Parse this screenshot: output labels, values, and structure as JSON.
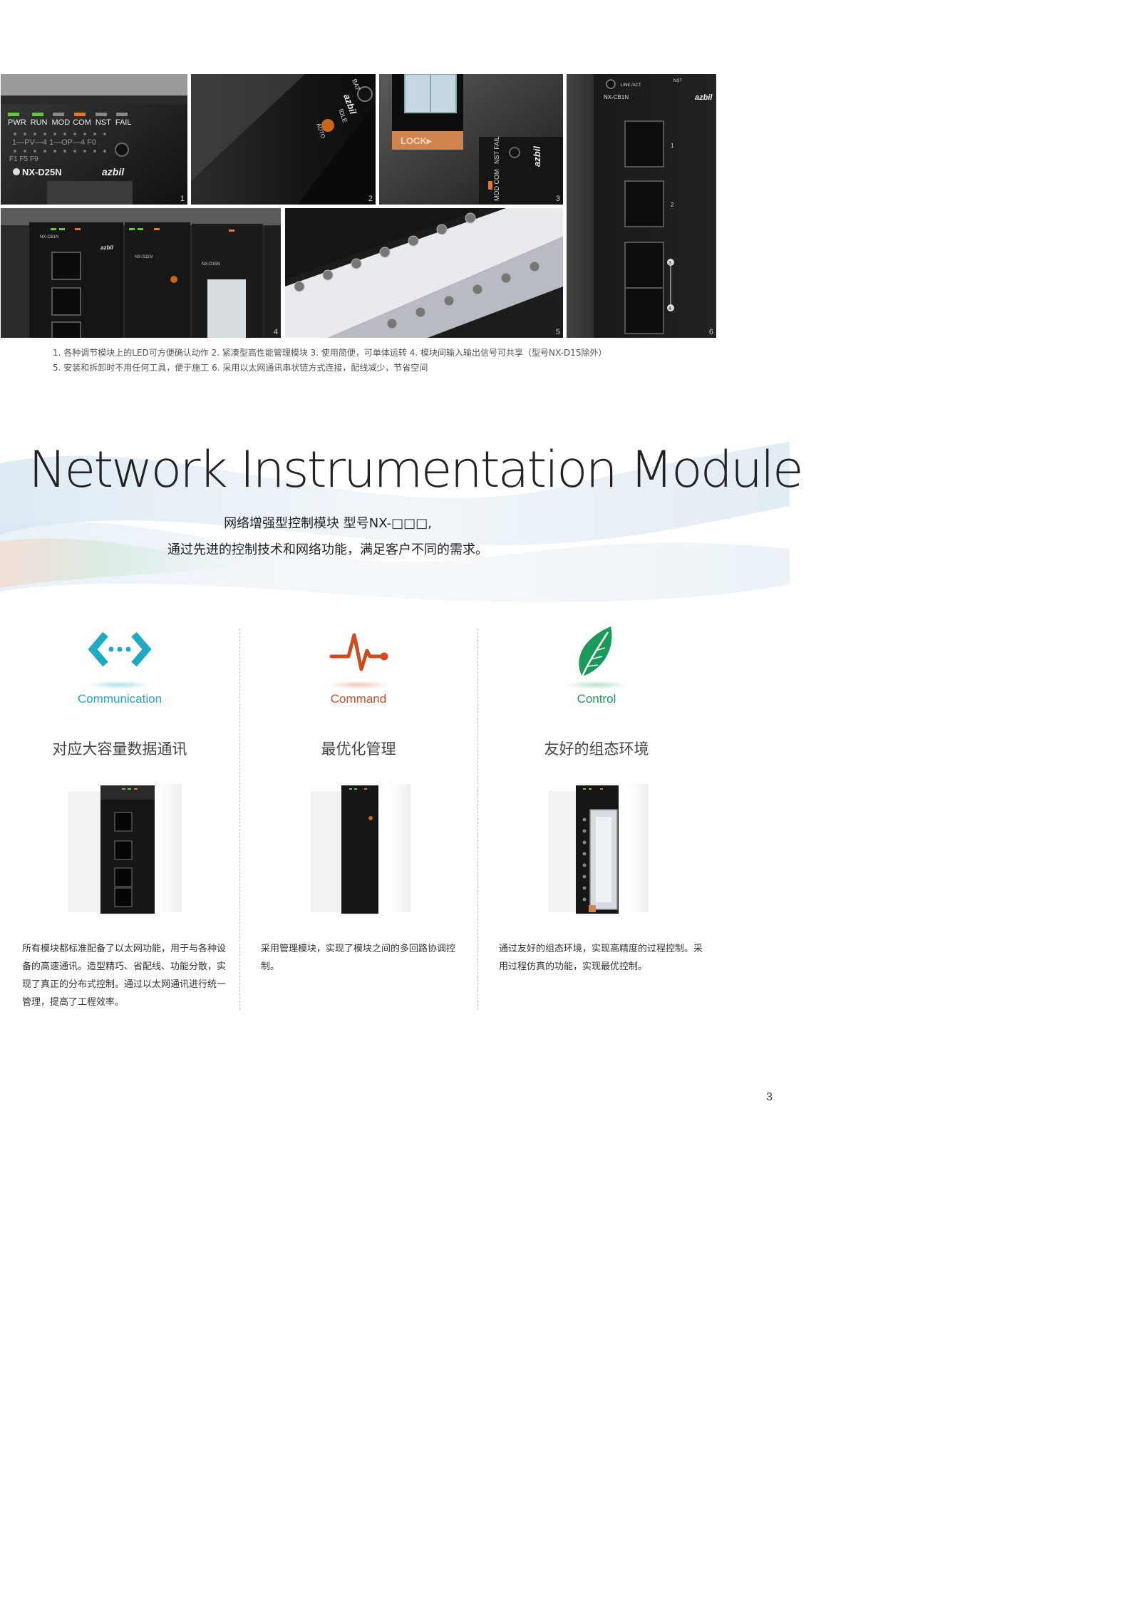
{
  "photos": {
    "p1": {
      "number": "1",
      "leds": [
        "PWR",
        "RUN",
        "MOD",
        "COM",
        "NST",
        "FAIL"
      ],
      "row1": "1—PV—4  1—OP—4  F0",
      "row2": "F1    F5    F9",
      "model": "NX-D25N",
      "brand": "azbil"
    },
    "p2": {
      "number": "2",
      "labels": [
        "BAT",
        "IDLE",
        "AUTO"
      ],
      "brand": "azbil"
    },
    "p3": {
      "number": "3",
      "lock": "LOCK▸",
      "labels": [
        "NST",
        "FAIL",
        "COM",
        "MOD"
      ],
      "brand": "azbil"
    },
    "p4": {
      "number": "4",
      "model_a": "NX-CB1N",
      "model_b": "NX-S11N",
      "model_c": "NX-D15N",
      "brand": "azbil"
    },
    "p5": {
      "number": "5"
    },
    "p6": {
      "number": "6",
      "link": "LINK /ACT",
      "nst": "NST",
      "model": "NX-CB1N",
      "brand": "azbil",
      "ports": [
        "1",
        "2",
        "3",
        "4"
      ]
    }
  },
  "captions": {
    "line1": "1. 各种调节模块上的LED可方便确认动作    2. 紧凑型高性能管理模块    3. 使用简便，可单体运转    4. 模块间输入输出信号可共享（型号NX-D15除外）",
    "line2": "5. 安装和拆卸时不用任何工具，便于施工    6. 采用以太网通讯串状链方式连接，配线减少，节省空间"
  },
  "hero": {
    "title": "Network Instrumentation Module",
    "subtitle1": "网络增强型控制模块  型号NX-□□□,",
    "subtitle2": "通过先进的控制技术和网络功能，满足客户不同的需求。"
  },
  "features": [
    {
      "icon": "network-arrows-icon",
      "color": "#1fa9c4",
      "title_en": "Communication",
      "title_zh": "对应大容量数据通讯",
      "description": "所有模块都标准配备了以太网功能，用于与各种设备的高速通讯。造型精巧、省配线、功能分散，实现了真正的分布式控制。通过以太网通讯进行统一管理，提高了工程效率。"
    },
    {
      "icon": "heartbeat-pulse-icon",
      "color": "#cf4a1f",
      "title_en": "Command",
      "title_zh": "最优化管理",
      "description": "采用管理模块，实现了模块之间的多回路协调控制。"
    },
    {
      "icon": "leaf-icon",
      "color": "#1a9a5a",
      "title_en": "Control",
      "title_zh": "友好的组态环境",
      "description": "通过友好的组态环境，实现高精度的过程控制。采用过程仿真的功能，实现最优控制。"
    }
  ],
  "page_number": "3"
}
